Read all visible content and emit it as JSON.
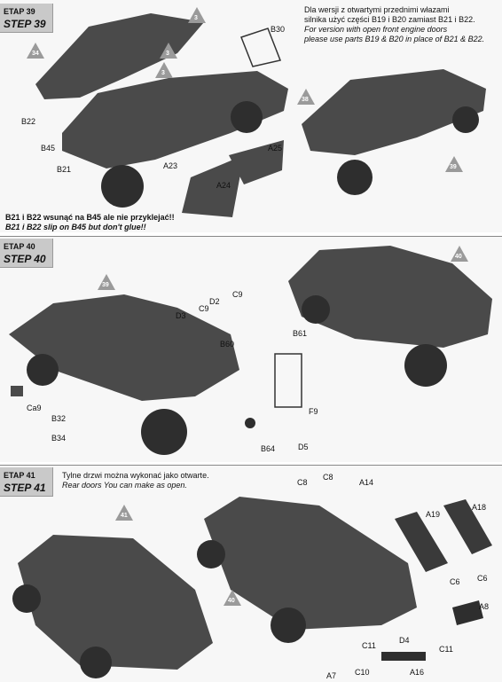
{
  "steps": [
    {
      "label_pl": "ETAP 39",
      "label_en": "STEP 39",
      "note_top": [
        "Dla wersji z otwartymi przednimi włazami",
        "silnika użyć części B19 i B20 zamiast B21 i B22.",
        "For version with open front engine doors",
        "please use parts B19 & B20 in place of B21 & B22."
      ],
      "note_bottom": [
        "B21 i B22 wsunąć na B45 ale nie przyklejać!!",
        "B21 i B22 slip on B45 but don't glue!!"
      ],
      "parts": [
        "B30",
        "B22",
        "B45",
        "B21",
        "A23",
        "A24",
        "A25"
      ],
      "refs": [
        "34",
        "3",
        "3",
        "3",
        "38",
        "39"
      ]
    },
    {
      "label_pl": "ETAP 40",
      "label_en": "STEP 40",
      "parts": [
        "C9",
        "D2",
        "C9",
        "D3",
        "B60",
        "B61",
        "Ca9",
        "B32",
        "B34",
        "F9",
        "D5",
        "B64"
      ],
      "refs": [
        "39",
        "40"
      ]
    },
    {
      "label_pl": "ETAP 41",
      "label_en": "STEP 41",
      "note_top": [
        "Tylne drzwi można wykonać jako otwarte.",
        "Rear doors You can make as open."
      ],
      "parts": [
        "C8",
        "C8",
        "A14",
        "A19",
        "A18",
        "C6",
        "C6",
        "A8",
        "D4",
        "C11",
        "C11",
        "A16",
        "A7",
        "C10"
      ],
      "refs": [
        "41",
        "40"
      ]
    }
  ],
  "colors": {
    "model": "#4a4a4a",
    "model_dark": "#2e2e2e",
    "ref_triangle": "#9a9a9a",
    "header_bg": "#c9c9c9"
  }
}
